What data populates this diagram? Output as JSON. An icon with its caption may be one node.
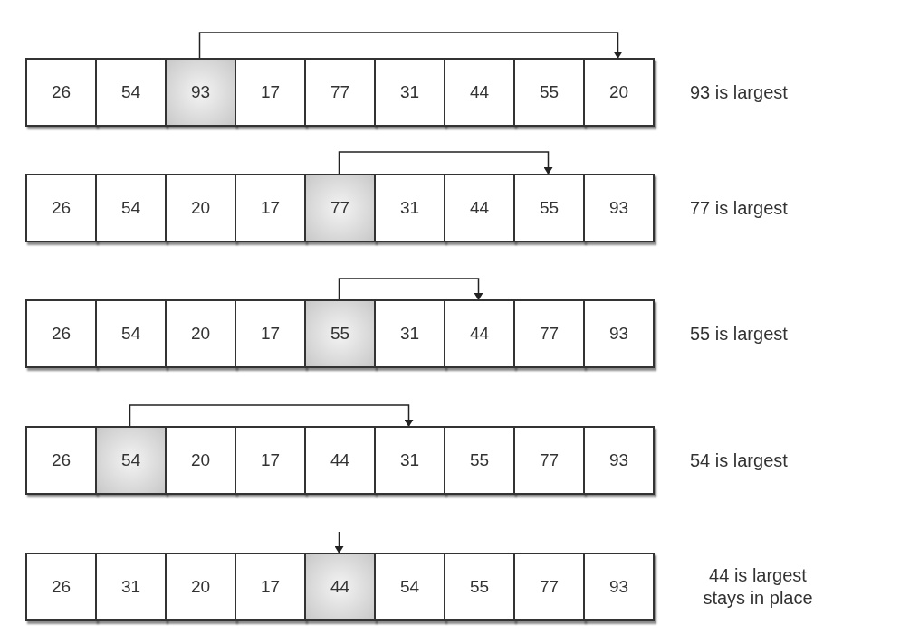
{
  "diagram": {
    "nodes": [
      {
        "text": [
          "26"
        ]
      },
      {
        "text": [
          "54"
        ]
      },
      {
        "text": [
          "93"
        ]
      },
      {
        "text": [
          "17"
        ]
      },
      {
        "text": [
          "77"
        ]
      },
      {
        "text": [
          "31"
        ]
      },
      {
        "text": [
          "44"
        ]
      },
      {
        "text": [
          "55"
        ]
      },
      {
        "text": [
          "20"
        ]
      },
      {
        "text": [
          "26"
        ]
      },
      {
        "text": [
          "54"
        ]
      },
      {
        "text": [
          "20"
        ]
      },
      {
        "text": [
          "17"
        ]
      },
      {
        "text": [
          "77"
        ]
      },
      {
        "text": [
          "31"
        ]
      },
      {
        "text": [
          "44"
        ]
      },
      {
        "text": [
          "55"
        ]
      },
      {
        "text": [
          "93"
        ]
      },
      {
        "text": [
          "26"
        ]
      },
      {
        "text": [
          "54"
        ]
      },
      {
        "text": [
          "20"
        ]
      },
      {
        "text": [
          "17"
        ]
      },
      {
        "text": [
          "55"
        ]
      },
      {
        "text": [
          "31"
        ]
      },
      {
        "text": [
          "44"
        ]
      },
      {
        "text": [
          "77"
        ]
      },
      {
        "text": [
          "93"
        ]
      },
      {
        "text": [
          "26"
        ]
      },
      {
        "text": [
          "54"
        ]
      },
      {
        "text": [
          "20"
        ]
      },
      {
        "text": [
          "17"
        ]
      },
      {
        "text": [
          "44"
        ]
      },
      {
        "text": [
          "31"
        ]
      },
      {
        "text": [
          "55"
        ]
      },
      {
        "text": [
          "77"
        ]
      },
      {
        "text": [
          "93"
        ]
      },
      {
        "text": [
          "26"
        ]
      },
      {
        "text": [
          "31"
        ]
      },
      {
        "text": [
          "20"
        ]
      },
      {
        "text": [
          "17"
        ]
      },
      {
        "text": [
          "44"
        ]
      },
      {
        "text": [
          "54"
        ]
      },
      {
        "text": [
          "55"
        ]
      },
      {
        "text": [
          "77"
        ]
      },
      {
        "text": [
          "93"
        ]
      }
    ],
    "edges": [
      {
        "from": 2,
        "to": 8,
        "arrow": "to"
      },
      {
        "from": 13,
        "to": 16,
        "arrow": "to"
      },
      {
        "from": 22,
        "to": 24,
        "arrow": "to"
      },
      {
        "from": 28,
        "to": 32,
        "arrow": "to"
      },
      {
        "from": null,
        "to": 40,
        "arrow": "to"
      }
    ],
    "labels": [
      "93 is largest",
      "77 is largest",
      "55 is largest",
      "54 is largest",
      "44 is largest stays in place"
    ]
  }
}
